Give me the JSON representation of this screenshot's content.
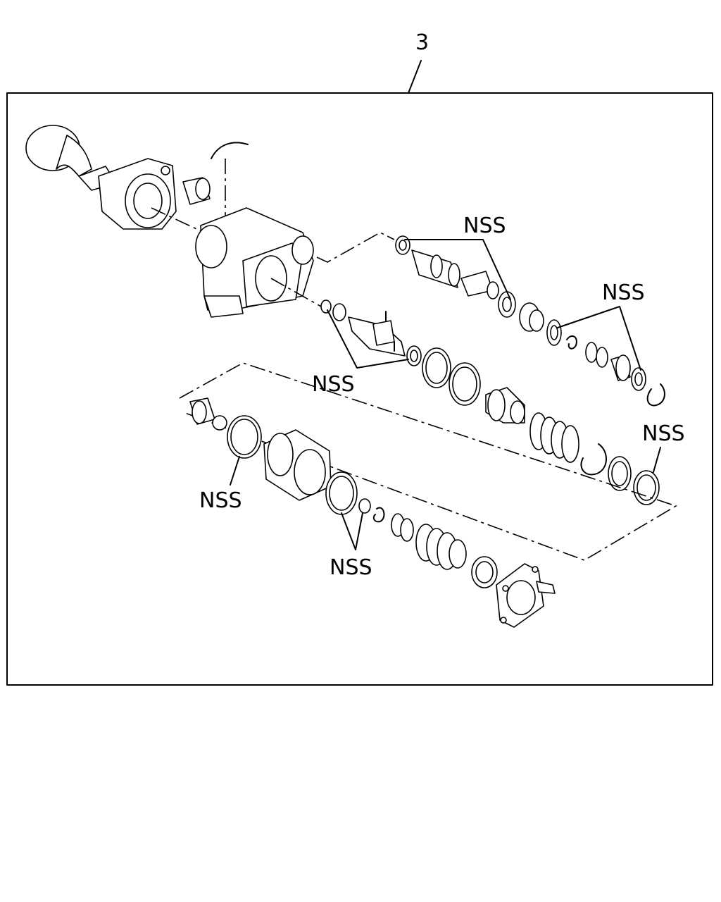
{
  "diagram": {
    "callout_number": "3",
    "nss_label": "NSS",
    "nss_callouts": [
      "NSS",
      "NSS",
      "NSS",
      "NSS",
      "NSS",
      "NSS"
    ]
  }
}
